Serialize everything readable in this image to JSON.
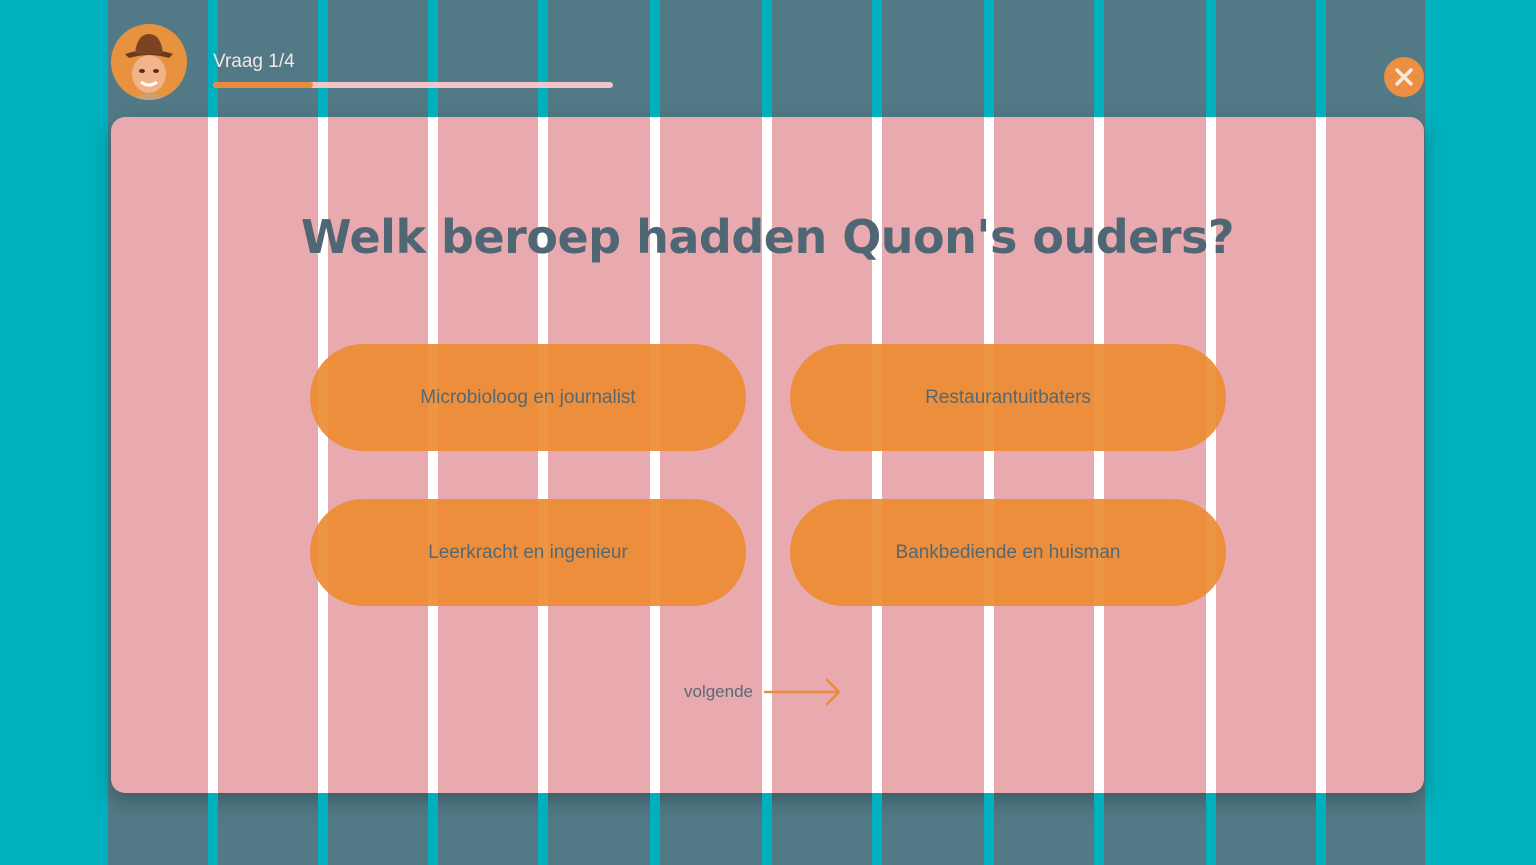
{
  "quiz": {
    "progress_label": "Vraag 1/4",
    "progress_fraction": 0.25,
    "question": "Welk beroep hadden Quon's ouders?",
    "answers": [
      {
        "label": "Microbioloog en journalist"
      },
      {
        "label": "Restaurantuitbaters"
      },
      {
        "label": "Leerkracht en ingenieur"
      },
      {
        "label": "Bankbediende en huisman"
      }
    ],
    "next_label": "volgende"
  },
  "icons": {
    "close": "close-icon",
    "next": "arrow-right-icon",
    "avatar": "avatar"
  },
  "colors": {
    "accent": "#e88b3e",
    "background": "#00b0be",
    "card": "#e8aaae",
    "title": "#4f6774"
  }
}
